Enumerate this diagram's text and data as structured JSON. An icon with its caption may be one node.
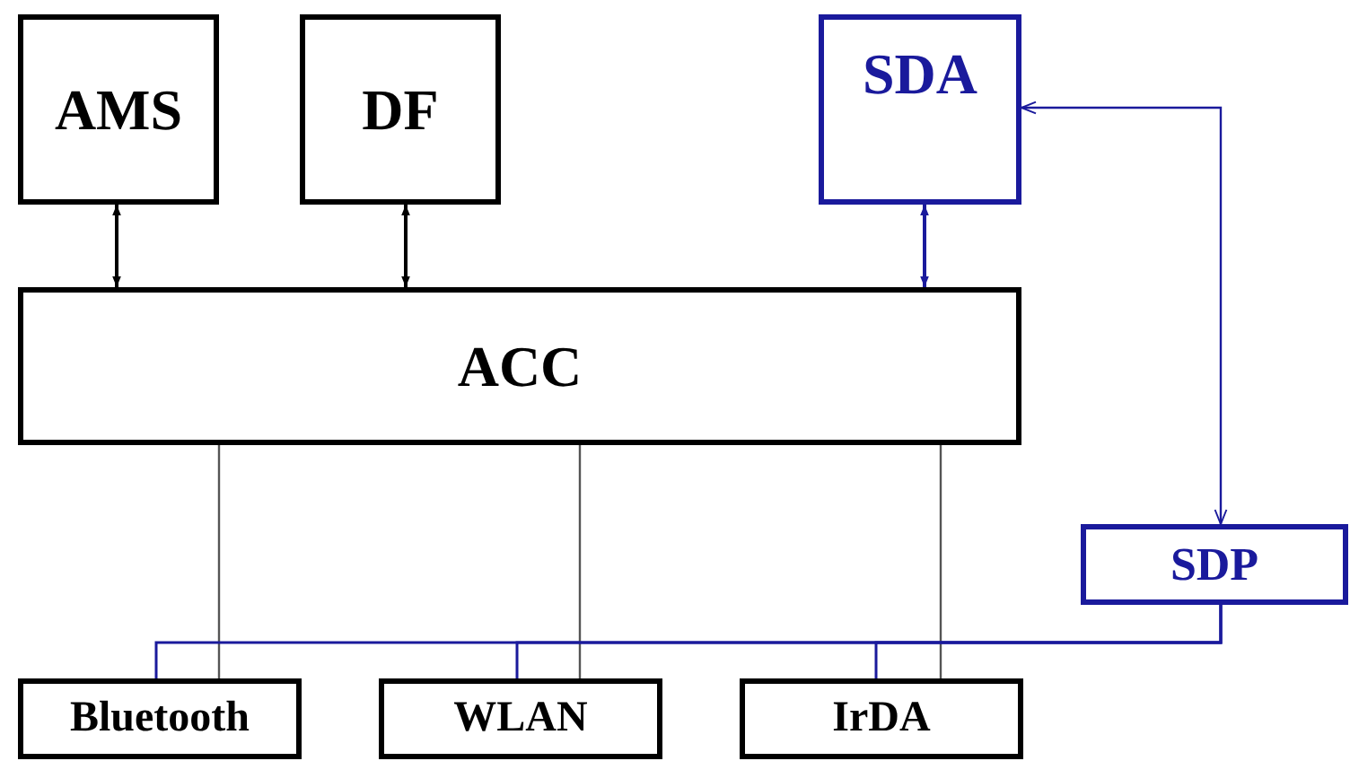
{
  "diagram": {
    "nodes": [
      {
        "text": [
          "AMS"
        ]
      },
      {
        "text": [
          "DF"
        ]
      },
      {
        "text": [
          "SDA"
        ]
      },
      {
        "text": [
          "ACC"
        ]
      },
      {
        "text": [
          "SDP"
        ]
      },
      {
        "text": [
          "Bluetooth"
        ]
      },
      {
        "text": [
          "WLAN"
        ]
      },
      {
        "text": [
          "IrDA"
        ]
      }
    ],
    "edges": [
      {
        "from": 0,
        "to": 3,
        "arrow": "both",
        "color": "#000000"
      },
      {
        "from": 1,
        "to": 3,
        "arrow": "both",
        "color": "#000000"
      },
      {
        "from": 2,
        "to": 3,
        "arrow": "both"
      },
      {
        "from": 2,
        "to": 4,
        "arrow": "both"
      },
      {
        "from": 3,
        "to": 5,
        "arrow": "none",
        "color": "#555555"
      },
      {
        "from": 3,
        "to": 6,
        "arrow": "none",
        "color": "#555555"
      },
      {
        "from": 3,
        "to": 7,
        "arrow": "none",
        "color": "#555555"
      },
      {
        "from": 4,
        "to": 5,
        "arrow": "none"
      },
      {
        "from": 4,
        "to": 6,
        "arrow": "none"
      },
      {
        "from": 4,
        "to": 7,
        "arrow": "none"
      }
    ]
  }
}
